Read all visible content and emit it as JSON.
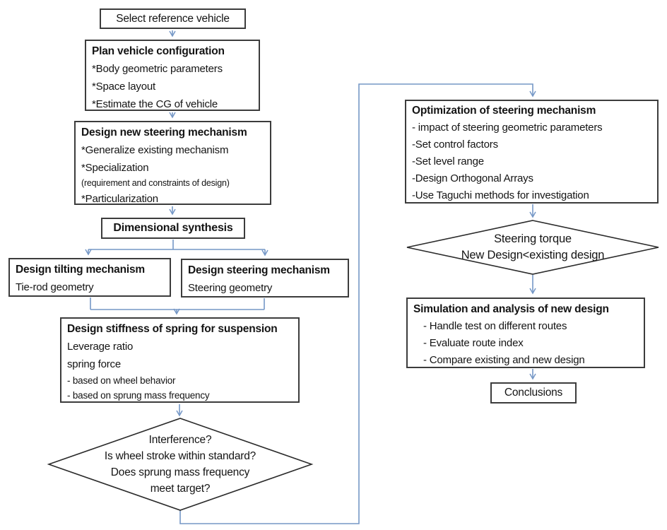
{
  "colors": {
    "arrow": "#7597c6",
    "box_border": "#3c3c3c",
    "diamond_border": "#2b2b2b",
    "background": "#ffffff",
    "text": "#141414"
  },
  "nodes": {
    "select_reference": {
      "label": "Select reference vehicle"
    },
    "plan_vehicle": {
      "title": "Plan vehicle configuration",
      "lines": [
        "*Body geometric parameters",
        "*Space layout",
        "*Estimate the CG of vehicle"
      ]
    },
    "design_new_steering": {
      "title": "Design new steering mechanism",
      "lines": [
        "*Generalize existing mechanism",
        "*Specialization",
        "(requirement and constraints of design)",
        "*Particularization"
      ]
    },
    "dimensional_synthesis": {
      "label": "Dimensional synthesis"
    },
    "design_tilting": {
      "title": "Design tilting mechanism",
      "lines": [
        "Tie-rod geometry"
      ]
    },
    "design_steering": {
      "title": "Design steering mechanism",
      "lines": [
        "Steering geometry"
      ]
    },
    "design_stiffness": {
      "title": "Design stiffness of spring for suspension",
      "lines": [
        "Leverage ratio",
        "spring force",
        "- based on wheel behavior",
        "- based on sprung mass frequency"
      ]
    },
    "decision_suspension": {
      "lines": [
        "Interference?",
        "Is wheel stroke within standard?",
        "Does sprung mass frequency",
        "meet target?"
      ]
    },
    "optimization": {
      "title": "Optimization of steering mechanism",
      "lines": [
        "- impact of steering geometric parameters",
        "-Set control factors",
        "-Set level range",
        "-Design Orthogonal Arrays",
        "-Use Taguchi methods for investigation"
      ]
    },
    "decision_torque": {
      "lines": [
        "Steering torque",
        "New Design<existing design"
      ]
    },
    "simulation": {
      "title": "Simulation and analysis of new design",
      "lines": [
        "- Handle test on different routes",
        "- Evaluate route index",
        "- Compare existing and new design"
      ]
    },
    "conclusions": {
      "label": "Conclusions"
    }
  }
}
